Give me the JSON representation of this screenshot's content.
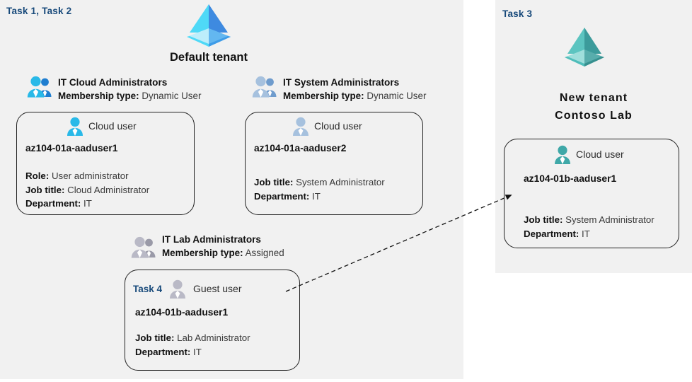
{
  "panels": {
    "left": {
      "task_label": "Task 1, Task 2"
    },
    "right": {
      "task_label": "Task 3"
    }
  },
  "colors": {
    "panel_bg": "#f1f1f1",
    "task_label": "#17497a",
    "card_border": "#232323",
    "tenant_blue_light": "#50d6f5",
    "tenant_blue_dark": "#3e8ae0",
    "tenant_teal_light": "#5cc4c0",
    "tenant_teal_dark": "#3c9b9b",
    "user_cyan": "#29b9e8",
    "user_steel": "#93b3d8",
    "user_gray": "#a9a9b8",
    "user_teal": "#3fa8a8"
  },
  "tenants": [
    {
      "name": "default",
      "title": "Default tenant",
      "icon": "azure-ad-tenant-icon",
      "theme": "blue"
    },
    {
      "name": "new",
      "title_line1": "New  tenant",
      "title_line2": "Contoso Lab",
      "icon": "azure-ad-tenant-icon",
      "theme": "teal"
    }
  ],
  "groups": [
    {
      "id": "it-cloud-administrators",
      "name": "IT Cloud Administrators",
      "membership_label": "Membership type:",
      "membership_value": "Dynamic User",
      "icon": "group-users-icon",
      "icon_theme": "cyan"
    },
    {
      "id": "it-system-administrators",
      "name": "IT System Administrators",
      "membership_label": "Membership type:",
      "membership_value": "Dynamic User",
      "icon": "group-users-icon",
      "icon_theme": "steel"
    },
    {
      "id": "it-lab-administrators",
      "name": "IT Lab Administrators",
      "membership_label": "Membership type:",
      "membership_value": "Assigned",
      "icon": "group-users-icon",
      "icon_theme": "gray"
    }
  ],
  "users": [
    {
      "id": "az104-01a-aaduser1",
      "task_tag": "",
      "type": "Cloud user",
      "icon": "cloud-user-icon",
      "icon_theme": "cyan",
      "name": "az104-01a-aaduser1",
      "attributes": [
        {
          "label": "Role:",
          "value": "User administrator"
        },
        {
          "label": "Job title:",
          "value": "Cloud Administrator"
        },
        {
          "label": "Department:",
          "value": "IT"
        }
      ]
    },
    {
      "id": "az104-01a-aaduser2",
      "task_tag": "",
      "type": "Cloud user",
      "icon": "cloud-user-icon",
      "icon_theme": "steel",
      "name": "az104-01a-aaduser2",
      "attributes": [
        {
          "label": "Job title:",
          "value": "System Administrator"
        },
        {
          "label": "Department:",
          "value": "IT"
        }
      ]
    },
    {
      "id": "az104-01b-aaduser1-guest",
      "task_tag": "Task 4",
      "type": "Guest user",
      "icon": "guest-user-icon",
      "icon_theme": "gray",
      "name": "az104-01b-aaduser1",
      "attributes": [
        {
          "label": "Job title:",
          "value": "Lab Administrator"
        },
        {
          "label": "Department:",
          "value": "IT"
        }
      ]
    },
    {
      "id": "az104-01b-aaduser1-cloud",
      "task_tag": "",
      "type": "Cloud user",
      "icon": "cloud-user-icon",
      "icon_theme": "teal",
      "name": "az104-01b-aaduser1",
      "attributes": [
        {
          "label": "Job title:",
          "value": "System Administrator"
        },
        {
          "label": "Department:",
          "value": "IT"
        }
      ]
    }
  ],
  "connector": {
    "name": "guest-to-cloud-user-arrow",
    "style": "dashed-arrow",
    "from": "az104-01b-aaduser1-guest",
    "to": "az104-01b-aaduser1-cloud"
  }
}
